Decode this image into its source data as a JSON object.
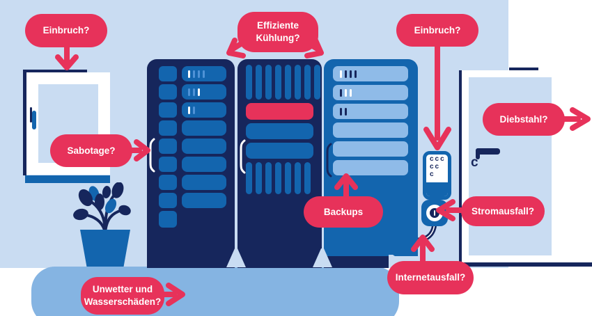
{
  "callouts": {
    "einbruch_left": {
      "label": "Einbruch?"
    },
    "kuehlung": {
      "label": "Effiziente\nKühlung?"
    },
    "einbruch_right": {
      "label": "Einbruch?"
    },
    "diebstahl": {
      "label": "Diebstahl?"
    },
    "sabotage": {
      "label": "Sabotage?"
    },
    "backups": {
      "label": "Backups"
    },
    "stromausfall": {
      "label": "Stromausfall?"
    },
    "internetausfall": {
      "label": "Internetausfall?"
    },
    "unwetter": {
      "label": "Unwetter und\nWasserschäden?"
    }
  },
  "palette": {
    "background_light_blue": "#c9dcf2",
    "floor_blue": "#85b4e2",
    "accent_pink": "#e7325a",
    "navy": "#16265c",
    "medium_blue": "#1365ae",
    "light_module_blue": "#8fbbe8",
    "tick_blue": "#4f92d6",
    "white": "#ffffff"
  },
  "scene": {
    "racks": [
      {
        "id": "rack-1",
        "style": "dark",
        "rows": [
          {
            "ticks": [
              "white",
              "blue",
              "blue",
              "blue"
            ]
          },
          {
            "ticks": [
              "blue",
              "blue",
              "white"
            ]
          },
          {
            "ticks": [
              "white",
              "blue"
            ]
          },
          {},
          {},
          {},
          {},
          {}
        ],
        "square_only_last": true
      },
      {
        "id": "rack-2",
        "style": "dark",
        "segments": [
          {
            "type": "vents",
            "count": 8
          },
          {
            "type": "module",
            "color": "accent"
          },
          {
            "type": "module",
            "color": "blue"
          },
          {
            "type": "module",
            "color": "blue"
          },
          {
            "type": "vents",
            "count": 7
          }
        ]
      },
      {
        "id": "rack-3",
        "style": "blue",
        "rows": [
          {
            "ticks": [
              "white",
              "navy",
              "navy",
              "navy"
            ]
          },
          {
            "ticks": [
              "navy",
              "white",
              "white"
            ]
          },
          {
            "ticks": [
              "navy",
              "navy"
            ]
          },
          {},
          {},
          {}
        ]
      }
    ],
    "keypad_rows": [
      "ccc",
      "cc",
      "c"
    ]
  }
}
